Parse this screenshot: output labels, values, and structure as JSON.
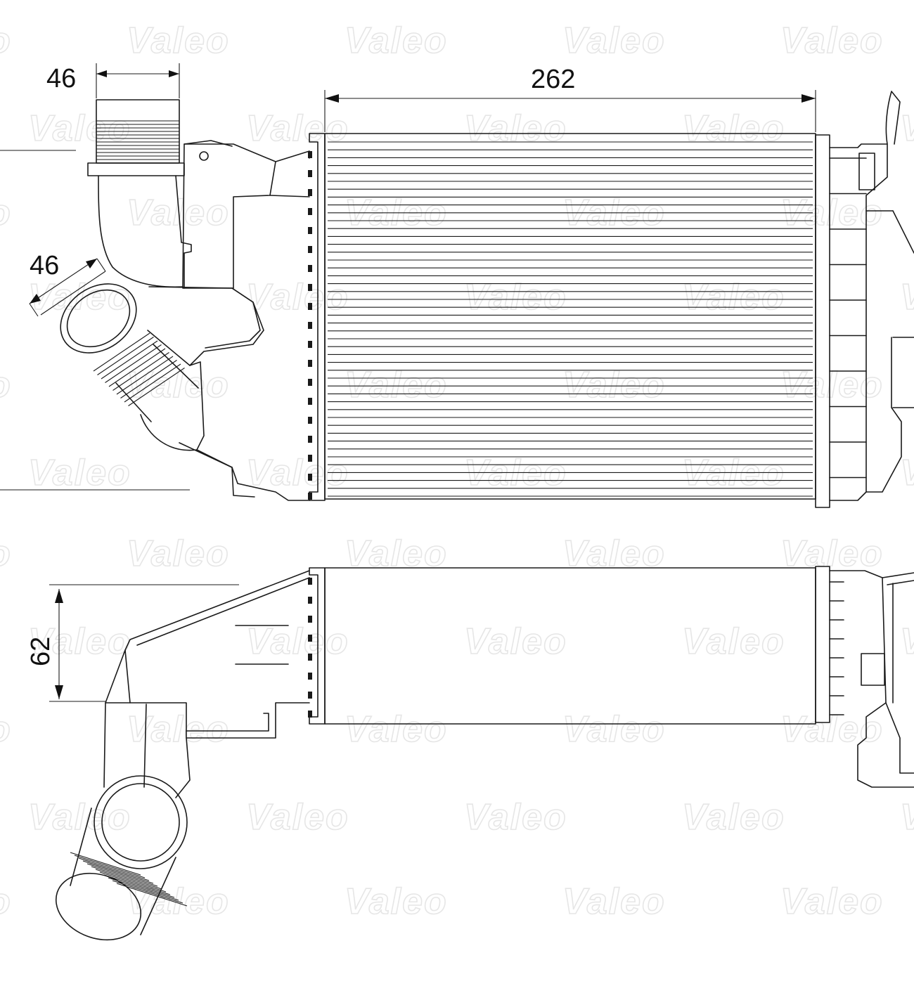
{
  "watermark": {
    "text": "Valeo"
  },
  "dimensions": {
    "top_inlet_width": "46",
    "core_width": "262",
    "side_inlet_diameter": "46",
    "core_depth": "62"
  }
}
